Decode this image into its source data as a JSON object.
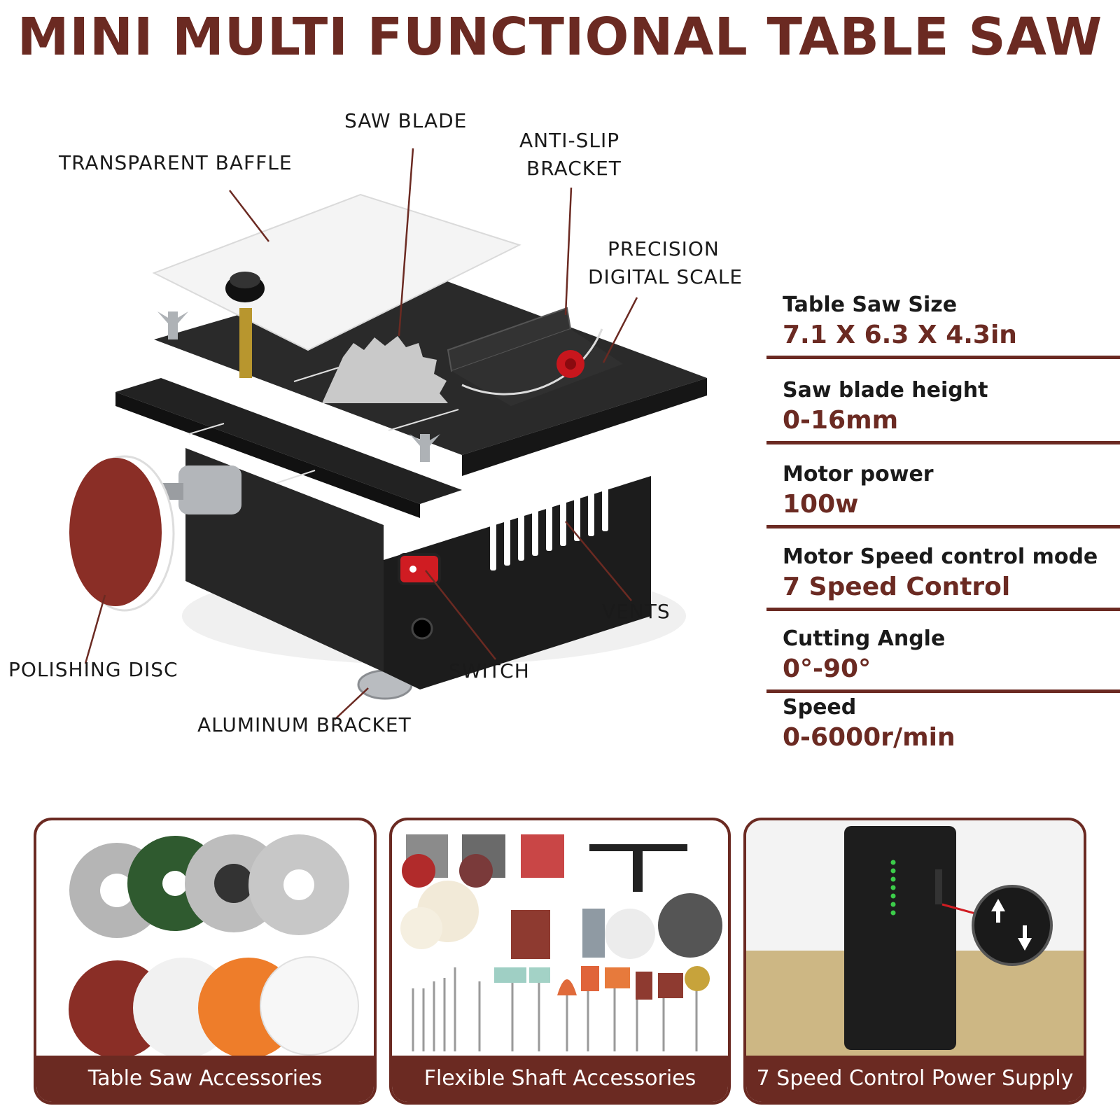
{
  "header": {
    "title": "MINI MULTI FUNCTIONAL TABLE SAW"
  },
  "callouts": {
    "saw_blade": "SAW BLADE",
    "transparent_baffle": "TRANSPARENT BAFFLE",
    "anti_slip_line1": "ANTI-SLIP",
    "anti_slip_line2": "BRACKET",
    "precision_line1": "PRECISION",
    "precision_line2": "DIGITAL SCALE",
    "vents": "VENTS",
    "polishing_disc": "POLISHING DISC",
    "switch": "SWITCH",
    "aluminum_bracket": "ALUMINUM BRACKET"
  },
  "specs": [
    {
      "label": "Table Saw Size",
      "value": "7.1 X 6.3 X 4.3in"
    },
    {
      "label": "Saw blade height",
      "value": "0-16mm"
    },
    {
      "label": "Motor power",
      "value": "100w"
    },
    {
      "label": "Motor Speed control mode",
      "value": "7 Speed Control"
    },
    {
      "label": "Cutting Angle",
      "value": "0°-90°"
    },
    {
      "label": "Speed",
      "value": "0-6000r/min"
    }
  ],
  "panels": {
    "table_saw_accessories": "Table Saw Accessories",
    "flexible_shaft_accessories": "Flexible Shaft Accessories",
    "power_supply": "7 Speed Control Power Supply"
  },
  "colors": {
    "brand": "#6b2a22",
    "machine": "#1c1c1c"
  }
}
